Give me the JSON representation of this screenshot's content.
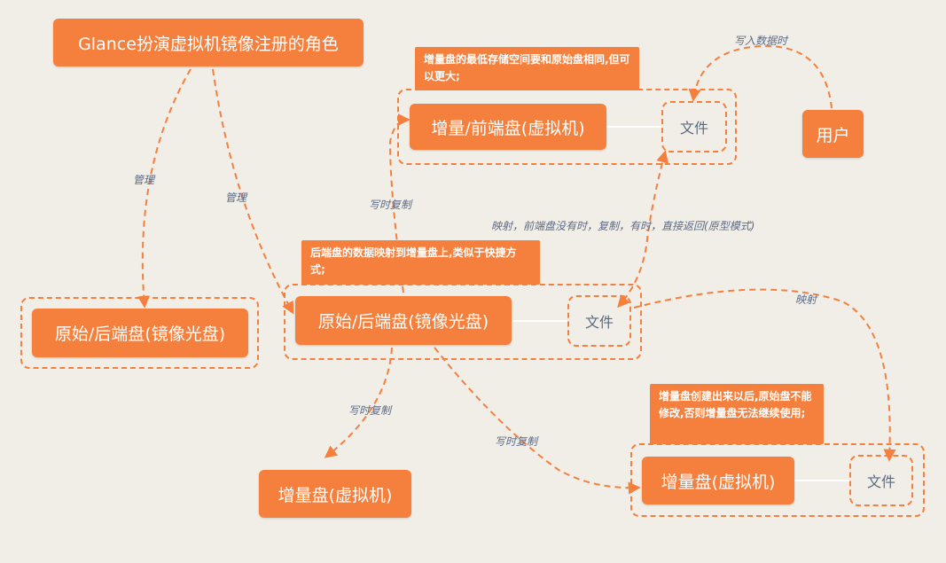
{
  "nodes": {
    "glance": "Glance扮演虚拟机镜像注册的角色",
    "user": "用户",
    "front_disk": "增量/前端盘(虚拟机)",
    "base_left": "原始/后端盘(镜像光盘)",
    "base_center": "原始/后端盘(镜像光盘)",
    "inc_bottom_left": "增量盘(虚拟机)",
    "inc_bottom_right": "增量盘(虚拟机)"
  },
  "files": {
    "front": "文件",
    "base": "文件",
    "inc": "文件"
  },
  "notes": {
    "front": "增量盘的最低存储空间要和原始盘相同,但可以更大;",
    "base": "后端盘的数据映射到增量盘上,类似于快捷方式;",
    "inc": "增量盘创建出来以后,原始盘不能修改,否则增量盘无法继续使用;"
  },
  "edge_labels": {
    "write_data": "写入数据时",
    "manage_1": "管理",
    "manage_2": "管理",
    "cow_up": "写时复制",
    "mapping_detail": "映射，前端盘没有时，复制，有时，直接返回(原型模式)",
    "mapping": "映射",
    "cow_down": "写时复制",
    "cow_right": "写时复制"
  },
  "colors": {
    "accent": "#f57f3c",
    "background": "#f1ede7",
    "label": "#5b6b86"
  }
}
